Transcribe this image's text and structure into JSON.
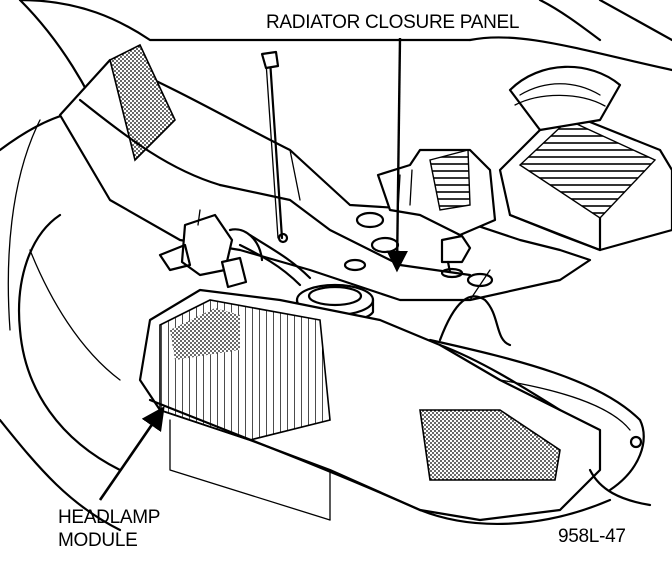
{
  "labels": {
    "radiator_closure_panel": "RADIATOR CLOSURE PANEL",
    "headlamp_module_line1": "HEADLAMP",
    "headlamp_module_line2": "MODULE",
    "figure_code": "958L-47"
  },
  "colors": {
    "ink": "#000000",
    "paper": "#ffffff"
  }
}
